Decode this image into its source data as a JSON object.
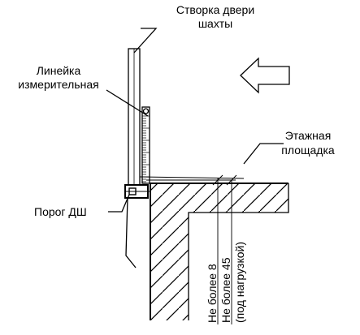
{
  "labels": {
    "shaft_door_line1": "Створка двери",
    "shaft_door_line2": "шахты",
    "ruler_line1": "Линейка",
    "ruler_line2": "измерительная",
    "landing_line1": "Этажная",
    "landing_line2": "площадка",
    "threshold": "Порог ДШ",
    "dim_1": "Не более 8",
    "dim_2": "Не более 45",
    "dim_3": "(под нагрузкой)"
  }
}
